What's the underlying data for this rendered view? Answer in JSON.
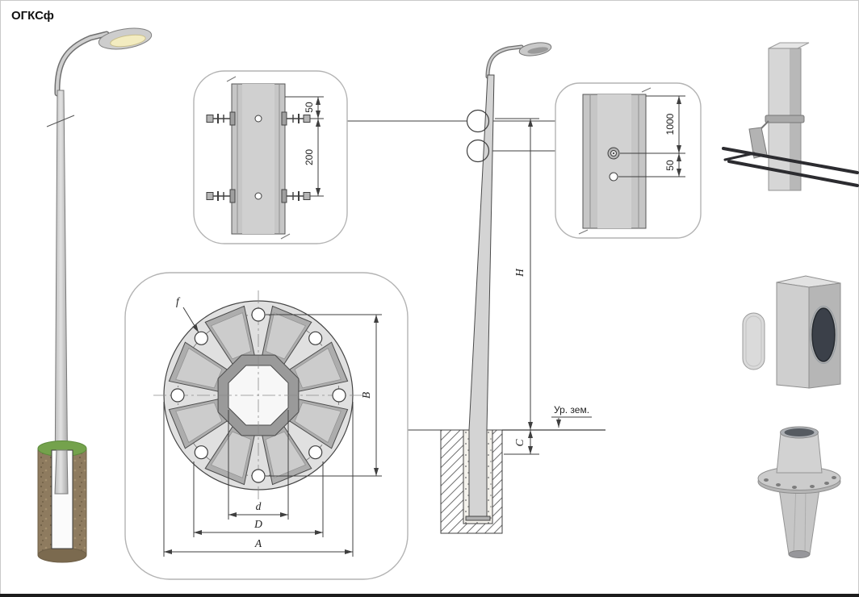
{
  "title": "ОГКСф",
  "callout_top": {
    "dim_edge": "50",
    "dim_spacing": "200"
  },
  "callout_right": {
    "dim_upper": "1000",
    "dim_lower": "50"
  },
  "elevation": {
    "dim_height": "H",
    "dim_embed": "C",
    "ground_label": "Ур. зем."
  },
  "flange": {
    "dim_hole": "f",
    "dim_across": "B",
    "dim_inner": "d",
    "dim_pitch": "D",
    "dim_outer": "A"
  },
  "colors": {
    "line": "#3f3f3f",
    "callout_border": "#b3b3b3",
    "steel_light": "#d6d6d6",
    "steel_mid": "#bdbdbd",
    "steel_dark": "#8f8f8f",
    "soil_brown": "#8e7b5f",
    "grass_green": "#74a24c",
    "lamp_lens": "#f3ecc0",
    "hole_dark": "#3b4049"
  }
}
